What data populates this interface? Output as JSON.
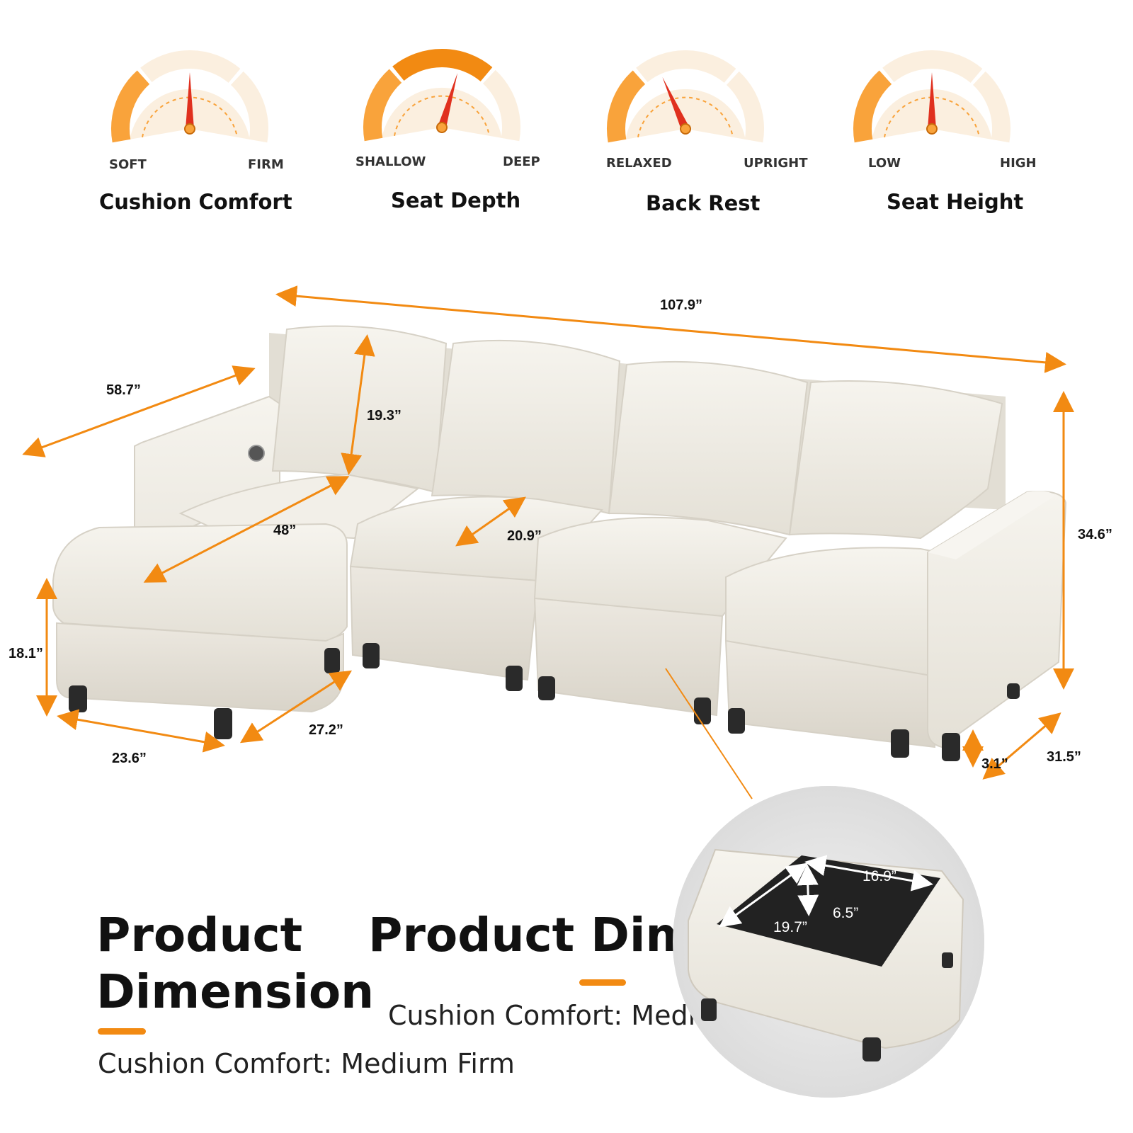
{
  "colors": {
    "accent": "#F28A12",
    "accent_light": "#F9A33B",
    "gauge_pale": "#FBEFDF",
    "needle": "#E0301E",
    "fabric": "#EFECE4",
    "fabric_shadow": "#DAD5CB",
    "leg": "#2A2A2A"
  },
  "gauges": [
    {
      "left": "SOFT",
      "right": "FIRM",
      "title": "Cushion Comfort",
      "level": 0.5
    },
    {
      "left": "SHALLOW",
      "right": "DEEP",
      "title": "Seat Depth",
      "level": 0.58
    },
    {
      "left": "RELAXED",
      "right": "UPRIGHT",
      "title": "Back Rest",
      "level": 0.38
    },
    {
      "left": "LOW",
      "right": "HIGH",
      "title": "Seat Height",
      "level": 0.5
    }
  ],
  "dimensions": {
    "total_width": "107.9”",
    "depth_left": "58.7”",
    "back_height": "19.3”",
    "chaise_length": "48”",
    "seat_depth": "20.9”",
    "total_height": "34.6”",
    "ottoman_height": "18.1”",
    "ottoman_width": "23.6”",
    "ottoman_depth": "27.2”",
    "leg_height": "3.1”",
    "sofa_depth": "31.5”",
    "storage_width": "16.9”",
    "storage_depth": "19.7”",
    "storage_height": "6.5”"
  },
  "heading": {
    "title_line1": "Product",
    "title_line2": "Dimension",
    "subtitle": "Cushion Comfort: Medium Firm",
    "ghost_title": "Product Dime",
    "ghost_subtitle": "Cushion Comfort: Medi"
  }
}
